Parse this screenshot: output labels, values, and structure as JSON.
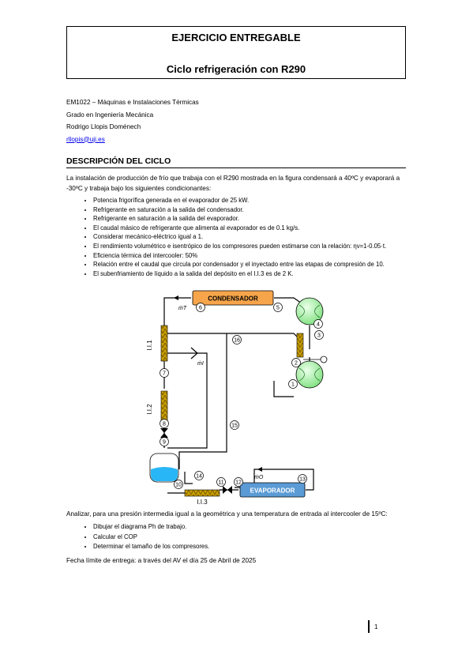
{
  "header": {
    "title": "EJERCICIO ENTREGABLE",
    "subtitle": "Ciclo refrigeración con R290"
  },
  "meta": {
    "course": "EM1022 – Máquinas e Instalaciones Térmicas",
    "degree": "Grado en Ingeniería Mecánica",
    "author": "Rodrigo Llopis Doménech",
    "email": "rllopis@uji.es"
  },
  "section": {
    "title": "DESCRIPCIÓN DEL CICLO",
    "intro": "La instalación de producción de frío que trabaja con el R290 mostrada en la figura condensará a 40ºC y evaporará a -30ºC y trabaja bajo los siguientes condicionantes:",
    "conditions": [
      "Potencia frigorífica generada en el evaporador de 25 kW.",
      "Refrigerante en saturación a la salida del condensador.",
      "Refrigerante en saturación a la salida del evaporador.",
      "El caudal másico de refrigerante que alimenta al evaporador es de 0.1 kg/s.",
      "Considerar mecánico-eléctrico igual a 1.",
      "El rendimiento volumétrico e isentrópico de los compresores pueden estimarse con la relación: ηv=1-0.05·t.",
      "Eficiencia térmica del intercooler: 50%",
      "Relación entre el caudal que circula por condensador y el inyectado entre las etapas de compresión de 10.",
      "El subenfriamiento de líquido a la salida del depósito en el I.I.3 es de 2 K."
    ]
  },
  "diagram": {
    "condenser_label": "CONDENSADOR",
    "evaporator_label": "EVAPORADOR",
    "ii1_label": "I.I.1",
    "ii2_label": "I.I.2",
    "ii3_label": "I.I.3",
    "flow_total": "ṁT",
    "flow_injected": "ṁI",
    "flow_evaporator": "ṁO",
    "nodes": [
      "1",
      "2",
      "3",
      "4",
      "5",
      "6",
      "7",
      "8",
      "9",
      "10",
      "11",
      "12",
      "13",
      "14",
      "15",
      "16"
    ],
    "colors": {
      "condenser": "#f6a54a",
      "evaporator": "#5b9bd5",
      "compressor": "#7fe07f",
      "exchanger": "#c8a000",
      "tank_liquid": "#29b6f6"
    }
  },
  "analysis": {
    "intro": "Analizar, para una presión intermedia igual a la geométrica y una temperatura de entrada al intercooler de 15ºC:",
    "tasks": [
      "Dibujar el diagrama Ph de trabajo.",
      "Calcular el COP",
      "Determinar el tamaño de los compresores."
    ],
    "deadline": "Fecha límite de entrega: a través del AV el día 25 de Abril de 2025"
  },
  "page_number": "1"
}
